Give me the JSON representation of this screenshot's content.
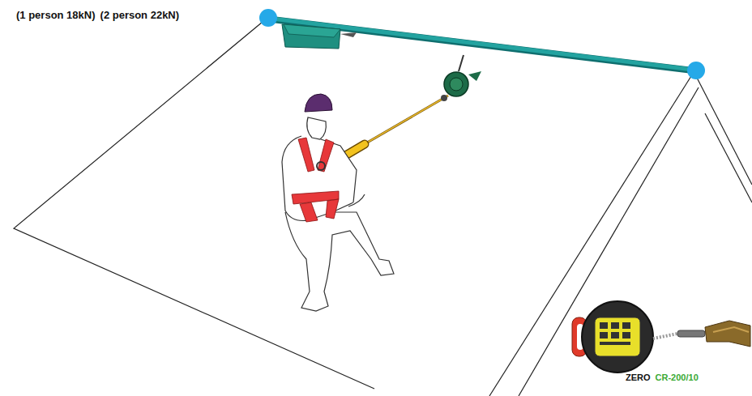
{
  "diagram": {
    "labels": [
      "(1 person 18kN)",
      "(2 person 22kN)",
      "ZERO",
      "CR-200/10"
    ]
  }
}
